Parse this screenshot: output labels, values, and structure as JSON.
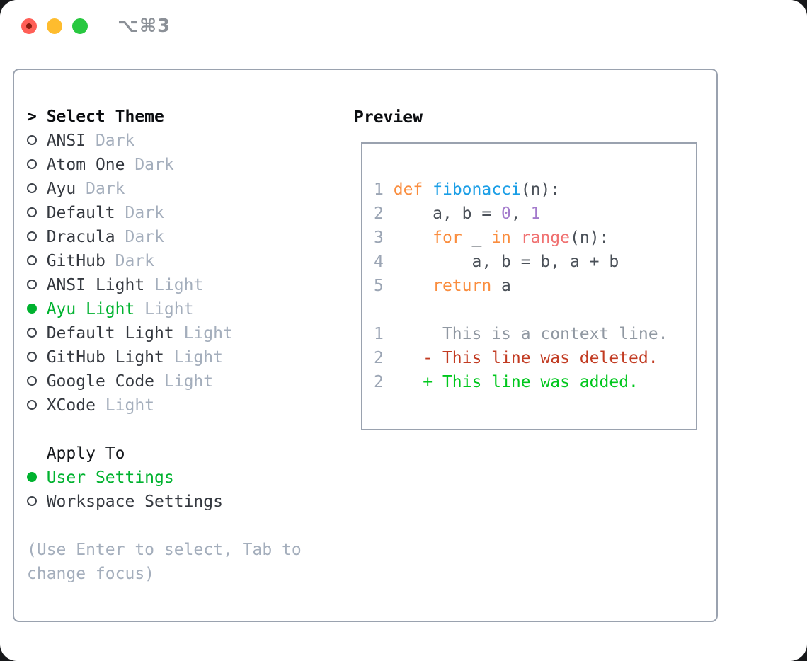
{
  "window": {
    "title": "⌥⌘3"
  },
  "titlebar": {
    "buttons": [
      {
        "name": "close-button"
      },
      {
        "name": "minimize-button"
      },
      {
        "name": "zoom-button"
      }
    ]
  },
  "theme_picker": {
    "header": {
      "prefix": ">",
      "label": "Select Theme"
    },
    "items": [
      {
        "name": "ANSI",
        "tag": "Dark",
        "selected": false
      },
      {
        "name": "Atom One",
        "tag": "Dark",
        "selected": false
      },
      {
        "name": "Ayu",
        "tag": "Dark",
        "selected": false
      },
      {
        "name": "Default",
        "tag": "Dark",
        "selected": false
      },
      {
        "name": "Dracula",
        "tag": "Dark",
        "selected": false
      },
      {
        "name": "GitHub",
        "tag": "Dark",
        "selected": false
      },
      {
        "name": "ANSI Light",
        "tag": "Light",
        "selected": false
      },
      {
        "name": "Ayu Light",
        "tag": "Light",
        "selected": true
      },
      {
        "name": "Default Light",
        "tag": "Light",
        "selected": false
      },
      {
        "name": "GitHub Light",
        "tag": "Light",
        "selected": false
      },
      {
        "name": "Google Code",
        "tag": "Light",
        "selected": false
      },
      {
        "name": "XCode",
        "tag": "Light",
        "selected": false
      }
    ],
    "apply_to": {
      "label": "Apply To",
      "options": [
        {
          "name": "User Settings",
          "selected": true
        },
        {
          "name": "Workspace Settings",
          "selected": false
        }
      ]
    },
    "hint_lines": [
      "(Use Enter to select, Tab to",
      "change focus)"
    ]
  },
  "preview": {
    "title": "Preview",
    "lines": [
      [
        {
          "text": "1",
          "style": "ln"
        },
        {
          "text": " ",
          "style": "tx"
        },
        {
          "text": "def",
          "style": "kw"
        },
        {
          "text": " ",
          "style": "tx"
        },
        {
          "text": "fibonacci",
          "style": "fn"
        },
        {
          "text": "(n):",
          "style": "tx"
        }
      ],
      [
        {
          "text": "2",
          "style": "ln"
        },
        {
          "text": "     a, b = ",
          "style": "tx"
        },
        {
          "text": "0",
          "style": "num"
        },
        {
          "text": ", ",
          "style": "tx"
        },
        {
          "text": "1",
          "style": "num"
        }
      ],
      [
        {
          "text": "3",
          "style": "ln"
        },
        {
          "text": "     ",
          "style": "tx"
        },
        {
          "text": "for",
          "style": "kw"
        },
        {
          "text": " _ ",
          "style": "tx"
        },
        {
          "text": "in",
          "style": "kw"
        },
        {
          "text": " ",
          "style": "tx"
        },
        {
          "text": "range",
          "style": "bi"
        },
        {
          "text": "(n):",
          "style": "tx"
        }
      ],
      [
        {
          "text": "4",
          "style": "ln"
        },
        {
          "text": "         a, b = b, a + b",
          "style": "tx"
        }
      ],
      [
        {
          "text": "5",
          "style": "ln"
        },
        {
          "text": "     ",
          "style": "tx"
        },
        {
          "text": "return",
          "style": "kw"
        },
        {
          "text": " a",
          "style": "tx"
        }
      ],
      [],
      [
        {
          "text": "1",
          "style": "ln"
        },
        {
          "text": "      This is a context line.",
          "style": "ctx"
        }
      ],
      [
        {
          "text": "2",
          "style": "ln"
        },
        {
          "text": "    ",
          "style": "tx"
        },
        {
          "text": "- This line was deleted.",
          "style": "del"
        }
      ],
      [
        {
          "text": "2",
          "style": "ln"
        },
        {
          "text": "    ",
          "style": "tx"
        },
        {
          "text": "+ This line was added.",
          "style": "add"
        }
      ]
    ]
  },
  "colors": {
    "green": "#00b22f",
    "keyword": "#fa8d3e",
    "function": "#1a9ee6",
    "builtin": "#f07171",
    "number": "#a37acc",
    "code_text": "#4a5058",
    "lineno": "#9ba5b4",
    "context": "#9098a2",
    "deleted": "#c23b22",
    "added": "#00c71d",
    "muted": "#a4aebc",
    "item": "#34383f",
    "border": "#9aa2af"
  }
}
